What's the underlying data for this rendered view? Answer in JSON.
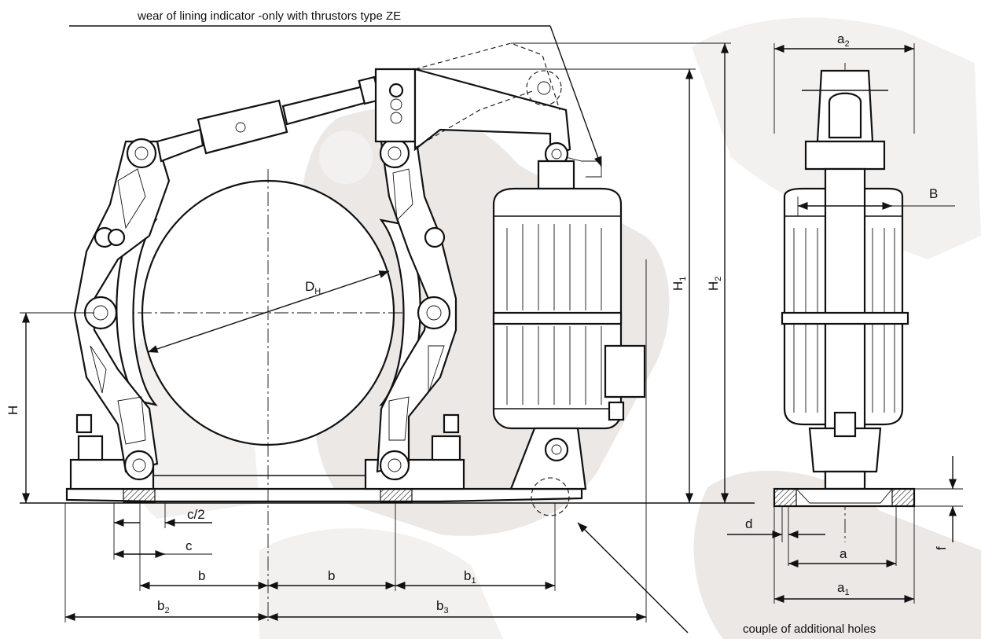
{
  "annotations": {
    "wear_indicator": "wear of lining indicator -only with thrustors type ZE",
    "additional_holes": "couple of additional holes"
  },
  "dimensions": {
    "DH": {
      "main": "D",
      "sub": "H"
    },
    "H": {
      "main": "H",
      "sub": ""
    },
    "H1": {
      "main": "H",
      "sub": "1"
    },
    "H2": {
      "main": "H",
      "sub": "2"
    },
    "a": {
      "main": "a",
      "sub": ""
    },
    "a1": {
      "main": "a",
      "sub": "1"
    },
    "a2": {
      "main": "a",
      "sub": "2"
    },
    "B": {
      "main": "B",
      "sub": ""
    },
    "b": {
      "main": "b",
      "sub": ""
    },
    "b_second": {
      "main": "b",
      "sub": ""
    },
    "b1": {
      "main": "b",
      "sub": "1"
    },
    "b2": {
      "main": "b",
      "sub": "2"
    },
    "b3": {
      "main": "b",
      "sub": "3"
    },
    "c": {
      "main": "c",
      "sub": ""
    },
    "c_half": {
      "main": "c/2",
      "sub": ""
    },
    "d": {
      "main": "d",
      "sub": ""
    },
    "f": {
      "main": "f",
      "sub": ""
    }
  },
  "colors": {
    "line": "#111111",
    "watermark": "#ece8e6",
    "background": "#ffffff"
  }
}
